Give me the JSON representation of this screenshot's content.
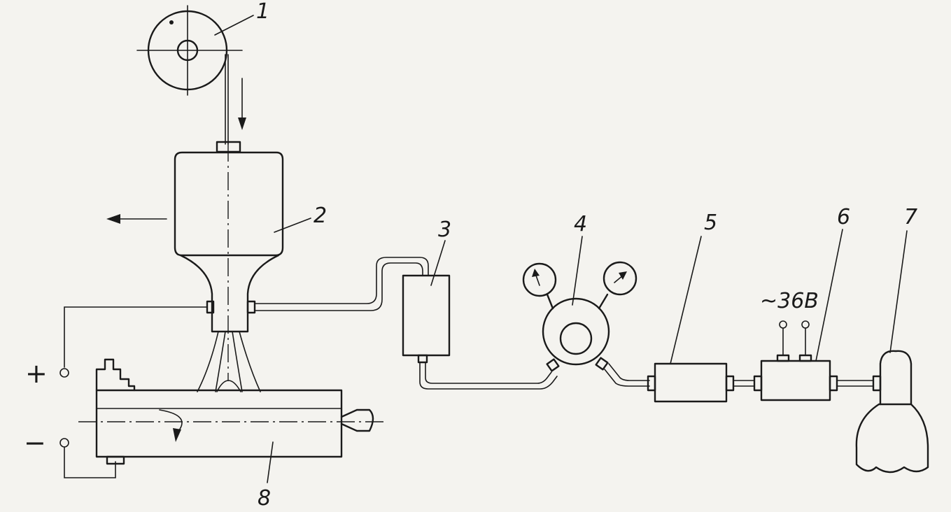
{
  "labels": {
    "l1": "1",
    "l2": "2",
    "l3": "3",
    "l4": "4",
    "l5": "5",
    "l6": "6",
    "l7": "7",
    "l8": "8",
    "voltage": "~36B",
    "plus": "+",
    "minus": "−"
  }
}
